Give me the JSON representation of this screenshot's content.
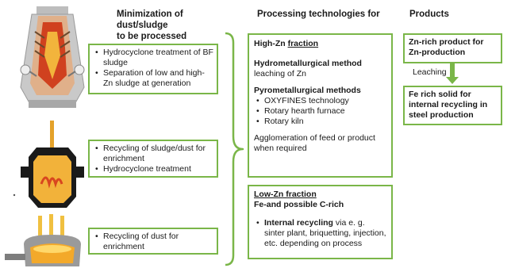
{
  "headers": {
    "minimization": "Minimization of dust/sludge\nto be processed",
    "processing": "Processing technologies for",
    "products": "Products"
  },
  "minimization_boxes": [
    {
      "items": [
        "Hydrocyclone treatment of BF sludge",
        "Separation of low and high-Zn sludge at generation"
      ]
    },
    {
      "items": [
        "Recycling of sludge/dust for enrichment",
        "Hydrocyclone treatment"
      ]
    },
    {
      "items": [
        "Recycling of dust for enrichment"
      ]
    }
  ],
  "high_zn": {
    "title_part1": "High-Zn ",
    "title_part2": "fraction",
    "hydro_heading": "Hydrometallurgical method",
    "hydro_text": "leaching of Zn",
    "pyro_heading": "Pyrometallurgical methods",
    "pyro_items": [
      "OXYFINES technology",
      "Rotary hearth furnace",
      "Rotary kiln"
    ],
    "agglomeration": "Agglomeration of feed or product when required"
  },
  "low_zn": {
    "title": "Low-Zn fraction",
    "subtitle": "Fe-and possible C-rich",
    "recycling_bold": "Internal recycling",
    "recycling_text": " via e. g. sinter plant, briquetting, injection, etc. depending on process"
  },
  "products": {
    "zn_rich": "Zn-rich product for Zn-production",
    "leaching_label": "Leaching",
    "fe_rich": "Fe rich solid for internal recycling in steel production"
  },
  "colors": {
    "accent_green": "#7ab648",
    "text": "#1a1a1a"
  }
}
